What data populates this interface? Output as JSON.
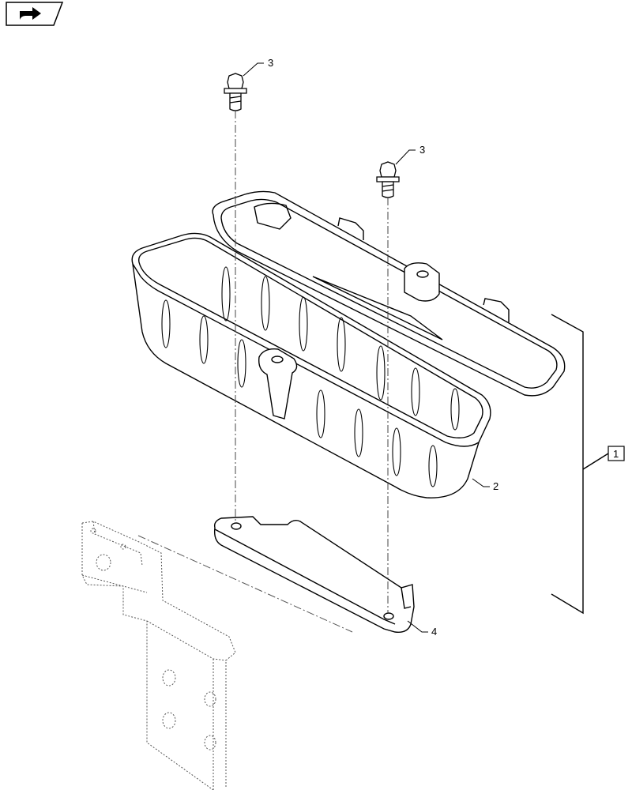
{
  "nav_button": {
    "icon": "arrow-right-icon"
  },
  "callouts": {
    "assembly": "1",
    "toolbox": "2",
    "bolt_top": "3",
    "bolt_right": "3",
    "bracket": "4"
  }
}
